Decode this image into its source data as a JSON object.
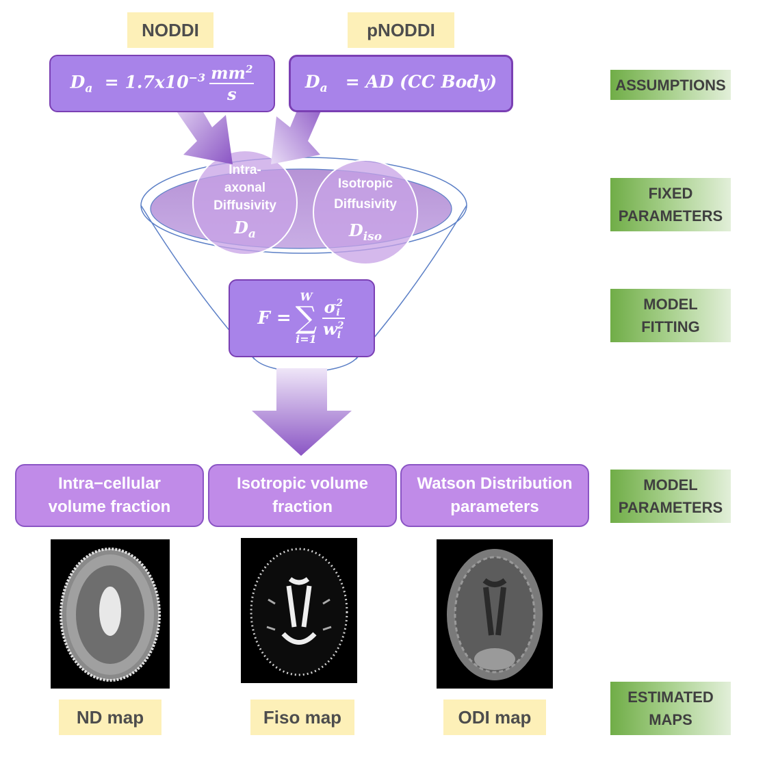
{
  "models": {
    "left": "NODDI",
    "right": "pNODDI"
  },
  "assumptions": {
    "left_eq": {
      "lhs": "D",
      "sub": "a",
      "mid": "= 1.7x10",
      "exp": "−3",
      "num": "mm",
      "num_exp": "2",
      "den": "s"
    },
    "right_eq": {
      "lhs": "D",
      "sub": "a",
      "rest": "= AD (CC Body)"
    }
  },
  "fixed": {
    "left": {
      "lines": [
        "Intra-",
        "axonal",
        "Diffusivity"
      ],
      "sym": "D",
      "sym_sub": "a"
    },
    "right": {
      "lines": [
        "Isotropic",
        "Diffusivity"
      ],
      "sym": "D",
      "sym_sub": "iso"
    }
  },
  "fitting": {
    "lhs": "F =",
    "top": "W",
    "bottom": "i=1",
    "num": "σ",
    "num_sup": "2",
    "num_sub": "i",
    "den": "w",
    "den_sup": "2",
    "den_sub": "i"
  },
  "model_params": [
    {
      "line1": "Intra−cellular",
      "line2": "volume fraction"
    },
    {
      "line1": "Isotropic volume",
      "line2": "fraction"
    },
    {
      "line1": "Watson Distribution",
      "line2": "parameters"
    }
  ],
  "maps": [
    "ND map",
    "Fiso map",
    "ODI map"
  ],
  "stages": [
    {
      "line1": "ASSUMPTIONS",
      "line2": ""
    },
    {
      "line1": "FIXED",
      "line2": "PARAMETERS"
    },
    {
      "line1": "MODEL",
      "line2": "FITTING"
    },
    {
      "line1": "MODEL",
      "line2": "PARAMETERS"
    },
    {
      "line1": "ESTIMATED",
      "line2": "MAPS"
    }
  ],
  "colors": {
    "purple": "#a883e9",
    "label_bg": "#fdf0b8",
    "stage_green": "#70ad47"
  }
}
